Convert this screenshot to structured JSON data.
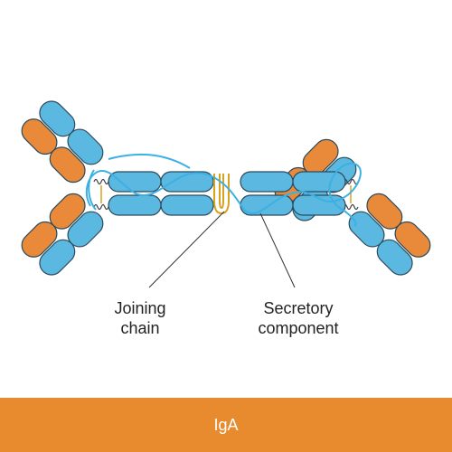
{
  "colors": {
    "domain_blue": "#5bb8e0",
    "domain_orange": "#e88a3a",
    "outline": "#2b4a5c",
    "secretory_blue": "#3bb0e4",
    "joining_gold": "#d9a21e",
    "footer": "#e88a2e"
  },
  "labels": {
    "joining_line1": "Joining",
    "joining_line2": "chain",
    "secretory_line1": "Secretory",
    "secretory_line2": "component"
  },
  "footer": {
    "title": "IgA"
  }
}
